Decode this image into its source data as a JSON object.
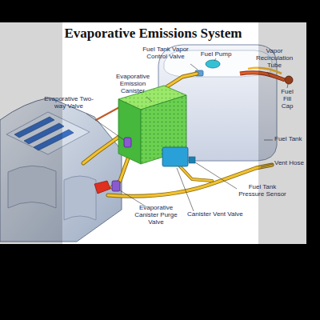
{
  "diagram": {
    "title": "Evaporative Emissions System",
    "labels": [
      "Fuel Tank Vapor Control Valve",
      "Fuel Pump",
      "Vapor Recirculation Tube",
      "Evaporative Emission Canister",
      "Fuel Fill Cap",
      "Evaporative Two-way Valve",
      "Fuel Tank",
      "Vent Hose",
      "Fuel Tank Pressure Sensor",
      "Evaporative Canister Purge Valve",
      "Canister Vent Valve"
    ]
  }
}
